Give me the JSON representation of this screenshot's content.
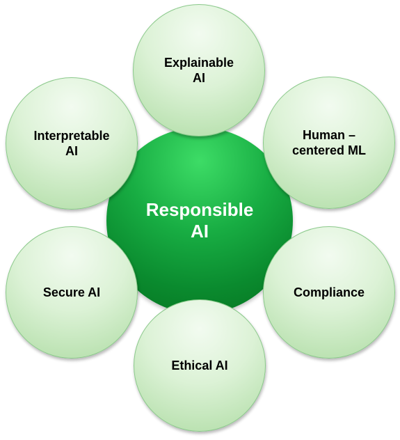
{
  "diagram": {
    "center": {
      "label": "Responsible\nAI"
    },
    "nodes": [
      {
        "id": "explainable",
        "label": "Explainable\nAI"
      },
      {
        "id": "human-centered",
        "label": "Human –\ncentered ML"
      },
      {
        "id": "interpretable",
        "label": "Interpretable\nAI"
      },
      {
        "id": "secure",
        "label": "Secure AI"
      },
      {
        "id": "compliance",
        "label": "Compliance"
      },
      {
        "id": "ethical",
        "label": "Ethical AI"
      }
    ],
    "colors": {
      "center_fill": "#18ad43",
      "center_text": "#ffffff",
      "outer_fill": "#dcf2d6",
      "outer_border": "#8ac98a",
      "outer_text": "#000000"
    }
  }
}
